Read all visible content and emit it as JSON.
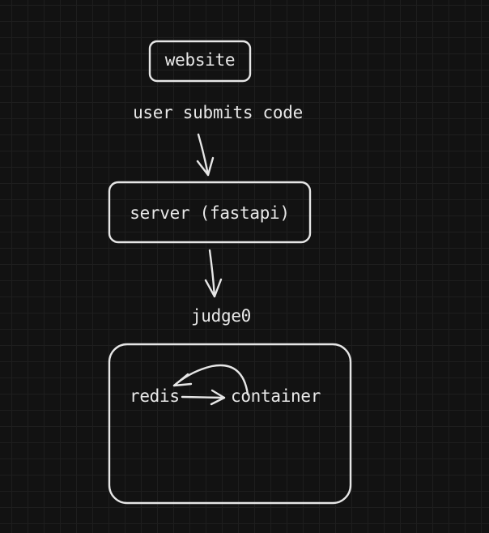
{
  "canvas": {
    "background": "#121212",
    "grid_color": "#1e1e1e",
    "stroke_color": "#e6e6e6"
  },
  "nodes": {
    "website": {
      "label": "website"
    },
    "submit_step": {
      "label": "user submits code"
    },
    "server": {
      "label": "server (fastapi)"
    },
    "judge": {
      "label": "judge0"
    },
    "redis": {
      "label": "redis"
    },
    "container": {
      "label": "container"
    }
  }
}
